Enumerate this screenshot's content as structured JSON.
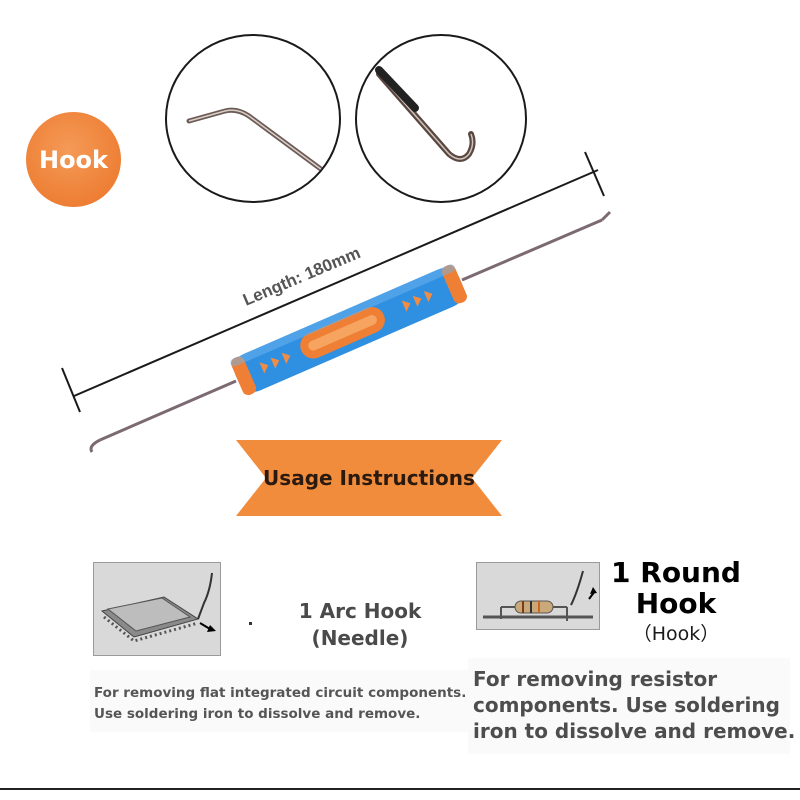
{
  "badge": {
    "label": "Hook"
  },
  "dimension": {
    "label": "Length: 180mm"
  },
  "banner": {
    "title": "Usage Instructions"
  },
  "arc_hook": {
    "title": "1 Arc Hook (Needle)",
    "description_line1": "For removing flat integrated circuit components.",
    "description_line2": "Use soldering iron to dissolve and remove."
  },
  "round_hook": {
    "title": "1 Round Hook",
    "subtitle": "（Hook）",
    "description": "For removing resistor components. Use soldering iron to dissolve and remove."
  },
  "colors": {
    "orange": "#ee7f35",
    "blue": "#2f8fe0",
    "needle": "#8a7a86"
  },
  "icons": [
    "detail-hook-tip-left",
    "detail-hook-tip-right",
    "dual-hook-tool",
    "ic-chip-illustration",
    "resistor-illustration"
  ]
}
